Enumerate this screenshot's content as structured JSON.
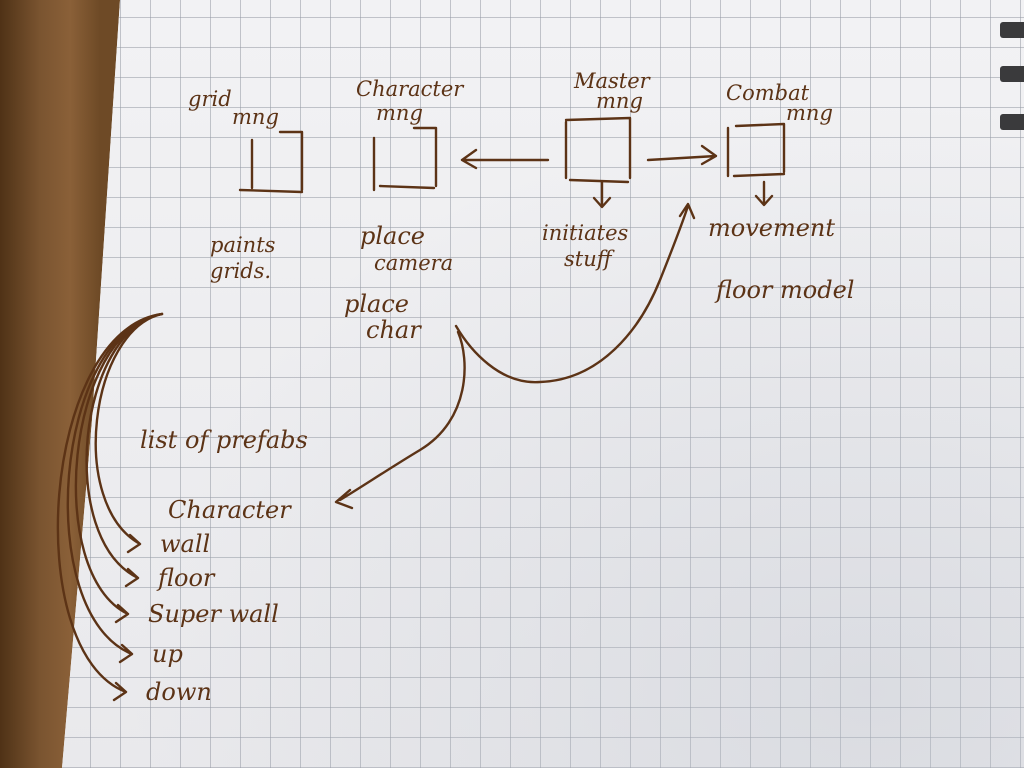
{
  "managers": [
    {
      "name": "grid-manager",
      "label_line1": "grid",
      "label_line2": "mng",
      "note_line1": "paints",
      "note_line2": "grids."
    },
    {
      "name": "character-manager",
      "label_line1": "Character",
      "label_line2": "mng",
      "note_line1": "place",
      "note_line2": "camera",
      "note2_line1": "place",
      "note2_line2": "char"
    },
    {
      "name": "master-manager",
      "label_line1": "Master",
      "label_line2": "mng",
      "note_line1": "initiates",
      "note_line2": "stuff"
    },
    {
      "name": "combat-manager",
      "label_line1": "Combat",
      "label_line2": "mng",
      "note_line1": "movement",
      "note_line2": "floor model"
    }
  ],
  "prefabs": {
    "title": "list of prefabs",
    "items": [
      "Character",
      "wall",
      "floor",
      "Super wall",
      "up",
      "down"
    ]
  },
  "colors": {
    "ink": "#5c3316",
    "paper": "#f1f1f2",
    "grid": "#969ba5",
    "desk": "#6e4a26"
  }
}
